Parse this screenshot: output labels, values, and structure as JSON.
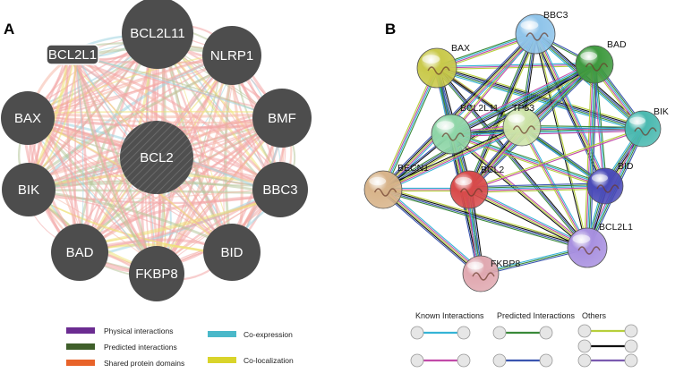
{
  "panel_a": {
    "letter": "A",
    "hub_label": "BCL2",
    "nodes": [
      {
        "id": "bcl2l11",
        "label": "BCL2L11"
      },
      {
        "id": "nlrp1",
        "label": "NLRP1"
      },
      {
        "id": "bmf",
        "label": "BMF"
      },
      {
        "id": "bbc3",
        "label": "BBC3"
      },
      {
        "id": "bid",
        "label": "BID"
      },
      {
        "id": "fkbp8",
        "label": "FKBP8"
      },
      {
        "id": "bad",
        "label": "BAD"
      },
      {
        "id": "bik",
        "label": "BIK"
      },
      {
        "id": "bax",
        "label": "BAX"
      },
      {
        "id": "bcl2l1",
        "label": "BCL2L1"
      }
    ],
    "legend": [
      {
        "label": "Physical interactions",
        "color": "#6b2c91"
      },
      {
        "label": "Predicted interactions",
        "color": "#3f5f2a"
      },
      {
        "label": "Shared protein domains",
        "color": "#e8632a"
      },
      {
        "label": "Co-expression",
        "color": "#4ab8c9"
      },
      {
        "label": "Co-localization",
        "color": "#d9d42a"
      }
    ]
  },
  "panel_b": {
    "letter": "B",
    "nodes": [
      {
        "id": "bbc3",
        "label": "BBC3",
        "color": "#8fc4ea"
      },
      {
        "id": "bax",
        "label": "BAX",
        "color": "#c9c94a"
      },
      {
        "id": "bad",
        "label": "BAD",
        "color": "#3f9a3f"
      },
      {
        "id": "bcl2l11",
        "label": "BCL2L11",
        "color": "#8fd6a8"
      },
      {
        "id": "tp53",
        "label": "TP53",
        "color": "#cde3a8"
      },
      {
        "id": "bik",
        "label": "BIK",
        "color": "#4ab9b0"
      },
      {
        "id": "becn1",
        "label": "BECN1",
        "color": "#d8b48a"
      },
      {
        "id": "bcl2",
        "label": "BCL2",
        "color": "#d84a4a"
      },
      {
        "id": "bid",
        "label": "BID",
        "color": "#4a4ab8"
      },
      {
        "id": "bcl2l1",
        "label": "BCL2L1",
        "color": "#a890e0"
      },
      {
        "id": "fkbp8",
        "label": "FKBP8",
        "color": "#e0a8b0"
      }
    ],
    "legend_groups": [
      {
        "title": "Known Interactions",
        "samples": [
          "#35b4d6",
          "#c24aa8"
        ]
      },
      {
        "title": "Predicted Interactions",
        "samples": [
          "#3a8a3a",
          "#3a55b0"
        ]
      },
      {
        "title": "Others",
        "samples": [
          "#b7cf3a",
          "#111111",
          "#7a5ab0"
        ]
      }
    ]
  }
}
